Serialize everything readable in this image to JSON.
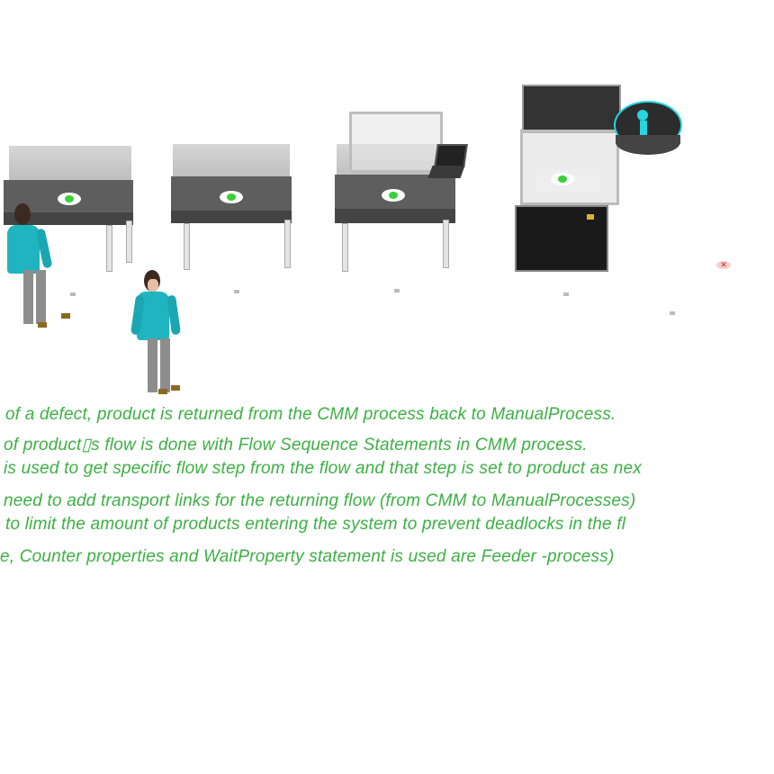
{
  "scene": {
    "notes": [
      "of a defect, product is returned from the CMM process back to ManualProcess.",
      "of product▯s flow is done with Flow Sequence Statements in CMM process.",
      "is used to get specific flow step from the flow and that step is set to product as nex",
      "need to add transport links for the returning flow (from CMM to ManualProcesses)",
      "to limit the amount of products entering the system to prevent deadlocks in the fl",
      "e, Counter properties and WaitProperty statement is used are Feeder -process)"
    ],
    "colors": {
      "note_text": "#3cb043",
      "table_top": "#5e5e5e",
      "worker_shirt": "#1fb5c0",
      "sign_icon": "#27d5e0",
      "target_green": "#3ad13a"
    },
    "icons": {
      "sign": "walking-person-icon",
      "remove_marker": "red-x-marker-icon"
    }
  }
}
